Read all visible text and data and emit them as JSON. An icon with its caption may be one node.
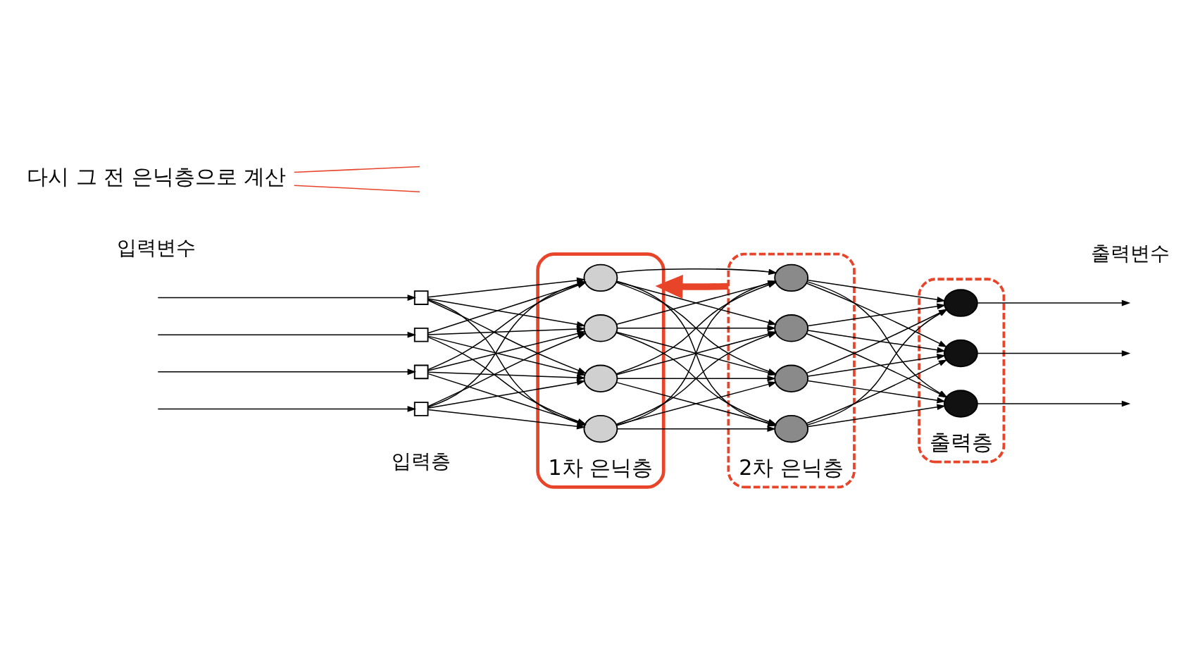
{
  "diagram": {
    "nodes": [
      {
        "text": [],
        "shape": "box"
      },
      {
        "text": [],
        "shape": "box"
      },
      {
        "text": [],
        "shape": "box"
      },
      {
        "text": [],
        "shape": "box"
      },
      {
        "text": [
          "1차 은닉층"
        ]
      },
      {
        "text": [],
        "shape": "circle",
        "in": 4
      },
      {
        "text": [],
        "shape": "circle",
        "in": 4
      },
      {
        "text": [],
        "shape": "circle",
        "in": 4
      },
      {
        "text": [],
        "shape": "circle",
        "in": 4
      },
      {
        "text": [
          "2차 은닉층"
        ]
      },
      {
        "text": [],
        "shape": "circle",
        "in": 9
      },
      {
        "text": [],
        "shape": "circle",
        "in": 9
      },
      {
        "text": [],
        "shape": "circle",
        "in": 9
      },
      {
        "text": [],
        "shape": "circle",
        "in": 9
      },
      {
        "text": [
          "출력층"
        ]
      },
      {
        "text": [],
        "shape": "circle",
        "in": 14
      },
      {
        "text": [],
        "shape": "circle",
        "in": 14
      },
      {
        "text": [],
        "shape": "circle",
        "in": 14
      },
      {
        "text": [
          "다시 그 전 은닉층으로 계산"
        ]
      }
    ],
    "edges": [
      {
        "from": null,
        "to": 0,
        "arrow": "to"
      },
      {
        "from": null,
        "to": 1,
        "arrow": "to"
      },
      {
        "from": null,
        "to": 2,
        "arrow": "to"
      },
      {
        "from": null,
        "to": 3,
        "arrow": "to"
      },
      {
        "from": 0,
        "to": 5,
        "arrow": "to"
      },
      {
        "from": 0,
        "to": 6,
        "arrow": "to"
      },
      {
        "from": 0,
        "to": 7,
        "arrow": "to"
      },
      {
        "from": 0,
        "to": 8,
        "arrow": "to"
      },
      {
        "from": 1,
        "to": 5,
        "arrow": "to"
      },
      {
        "from": 1,
        "to": 6,
        "arrow": "to"
      },
      {
        "from": 1,
        "to": 7,
        "arrow": "to"
      },
      {
        "from": 1,
        "to": 8,
        "arrow": "to"
      },
      {
        "from": 2,
        "to": 5,
        "arrow": "to"
      },
      {
        "from": 2,
        "to": 6,
        "arrow": "to"
      },
      {
        "from": 2,
        "to": 7,
        "arrow": "to"
      },
      {
        "from": 2,
        "to": 8,
        "arrow": "to"
      },
      {
        "from": 3,
        "to": 5,
        "arrow": "to"
      },
      {
        "from": 3,
        "to": 6,
        "arrow": "to"
      },
      {
        "from": 3,
        "to": 7,
        "arrow": "to"
      },
      {
        "from": 3,
        "to": 8,
        "arrow": "to"
      },
      {
        "from": 5,
        "to": 10,
        "arrow": "to"
      },
      {
        "from": 5,
        "to": 11,
        "arrow": "to"
      },
      {
        "from": 5,
        "to": 12,
        "arrow": "to"
      },
      {
        "from": 5,
        "to": 13,
        "arrow": "to"
      },
      {
        "from": 6,
        "to": 10,
        "arrow": "to"
      },
      {
        "from": 6,
        "to": 11,
        "arrow": "to"
      },
      {
        "from": 6,
        "to": 12,
        "arrow": "to"
      },
      {
        "from": 6,
        "to": 13,
        "arrow": "to"
      },
      {
        "from": 7,
        "to": 10,
        "arrow": "to"
      },
      {
        "from": 7,
        "to": 11,
        "arrow": "to"
      },
      {
        "from": 7,
        "to": 12,
        "arrow": "to"
      },
      {
        "from": 7,
        "to": 13,
        "arrow": "to"
      },
      {
        "from": 8,
        "to": 10,
        "arrow": "to"
      },
      {
        "from": 8,
        "to": 11,
        "arrow": "to"
      },
      {
        "from": 8,
        "to": 12,
        "arrow": "to"
      },
      {
        "from": 8,
        "to": 13,
        "arrow": "to"
      },
      {
        "from": 10,
        "to": 15,
        "arrow": "to"
      },
      {
        "from": 10,
        "to": 16,
        "arrow": "to"
      },
      {
        "from": 10,
        "to": 17,
        "arrow": "to"
      },
      {
        "from": 11,
        "to": 15,
        "arrow": "to"
      },
      {
        "from": 11,
        "to": 16,
        "arrow": "to"
      },
      {
        "from": 11,
        "to": 17,
        "arrow": "to"
      },
      {
        "from": 12,
        "to": 15,
        "arrow": "to"
      },
      {
        "from": 12,
        "to": 16,
        "arrow": "to"
      },
      {
        "from": 12,
        "to": 17,
        "arrow": "to"
      },
      {
        "from": 13,
        "to": 15,
        "arrow": "to"
      },
      {
        "from": 13,
        "to": 16,
        "arrow": "to"
      },
      {
        "from": 13,
        "to": 17,
        "arrow": "to"
      },
      {
        "from": 15,
        "to": null,
        "arrow": "to"
      },
      {
        "from": 16,
        "to": null,
        "arrow": "to"
      },
      {
        "from": 17,
        "to": null,
        "arrow": "to"
      },
      {
        "from": 9,
        "to": 4,
        "arrow": "to",
        "style": "thick",
        "color": "#e8442a"
      },
      {
        "from": 18,
        "to": null,
        "arrow": "none",
        "color": "#e8442a"
      },
      {
        "from": 18,
        "to": null,
        "arrow": "none",
        "color": "#e8442a"
      }
    ],
    "labels": [
      "입력변수",
      "출력변수",
      "입력층"
    ]
  }
}
